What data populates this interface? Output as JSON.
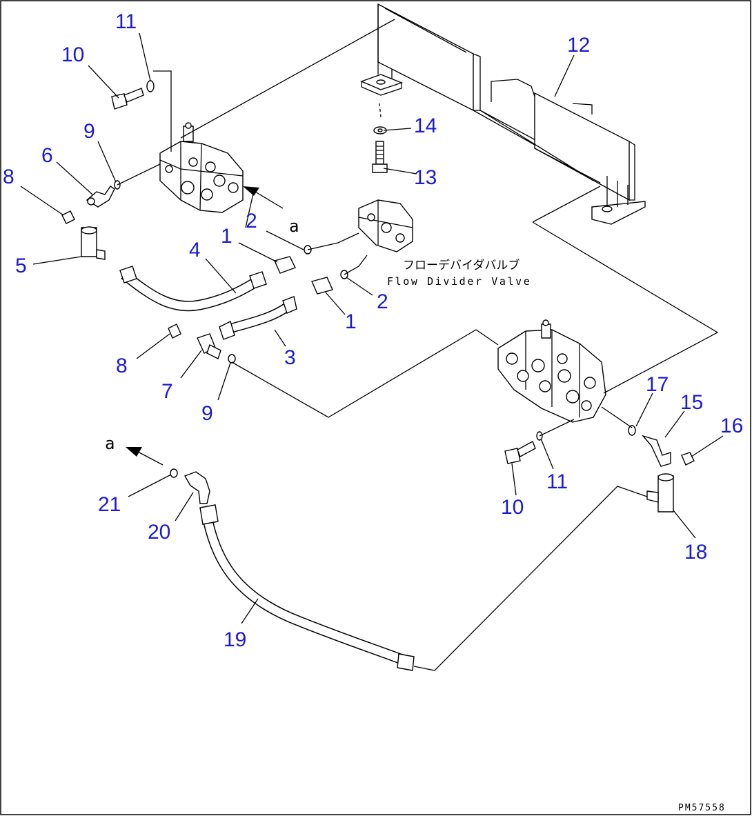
{
  "callouts": {
    "c11a": "11",
    "c10a": "10",
    "c9a": "9",
    "c6": "6",
    "c8a": "8",
    "c5": "5",
    "c4": "4",
    "c1a": "1",
    "c2a": "2",
    "c_a_top": "a",
    "c12": "12",
    "c14": "14",
    "c13": "13",
    "c2b": "2",
    "c1b": "1",
    "c3": "3",
    "c8b": "8",
    "c7": "7",
    "c9b": "9",
    "c17": "17",
    "c15": "15",
    "c16": "16",
    "c11b": "11",
    "c10b": "10",
    "c18": "18",
    "c21": "21",
    "c20": "20",
    "c19": "19",
    "c_a_bottom": "a"
  },
  "labels": {
    "flow_divider_jp": "フローデバイダバルブ",
    "flow_divider_en": "Flow Divider Valve",
    "drawing_code": "PM57558"
  }
}
